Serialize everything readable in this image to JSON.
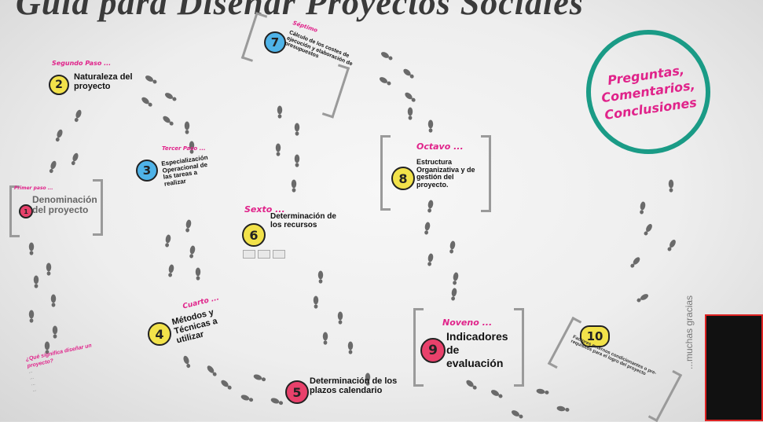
{
  "title": "Guía para Diseñar Proyectos Sociales",
  "steps": [
    {
      "num": "1",
      "kicker": "Primer paso ...",
      "desc": "Denominación del proyecto"
    },
    {
      "num": "2",
      "kicker": "Segundo Paso ...",
      "desc": "Naturaleza del proyecto"
    },
    {
      "num": "3",
      "kicker": "Tercer Paso ...",
      "desc": "Especialización Operacional de las tareas a realizar"
    },
    {
      "num": "4",
      "kicker": "Cuarto ...",
      "desc": "Métodos y Técnicas a utilizar"
    },
    {
      "num": "5",
      "kicker": "",
      "desc": "Determinación de los plazos calendario"
    },
    {
      "num": "6",
      "kicker": "Sexto ...",
      "desc": "Determinación de los recursos"
    },
    {
      "num": "7",
      "kicker": "Séptimo",
      "desc": "Cálculo de los costes de ejecución y elaboración de presupuestos"
    },
    {
      "num": "8",
      "kicker": "Octavo ...",
      "desc": "Estructura Organizativa y de gestión del proyecto."
    },
    {
      "num": "9",
      "kicker": "Noveno ...",
      "desc": "Indicadores de evaluación"
    },
    {
      "num": "10",
      "kicker": "",
      "desc": "Factores externos condicionantes o pre-requisitos para el logro del proyecto"
    }
  ],
  "closing": {
    "line1": "Preguntas,",
    "line2": "Comentarios,",
    "line3": "Conclusiones"
  },
  "thanks": "...muchas gracias",
  "note": {
    "heading": "¿Qué significa diseñar un proyecto?",
    "lines": [
      "...",
      "...",
      "...",
      "..."
    ]
  },
  "colors": {
    "accent": "#e0238a",
    "teal": "#1a9b86",
    "badge_yellow": "#f2e24a",
    "badge_blue": "#4fb3e8",
    "badge_red": "#e8416b",
    "bracket": "#9a9a9a"
  }
}
